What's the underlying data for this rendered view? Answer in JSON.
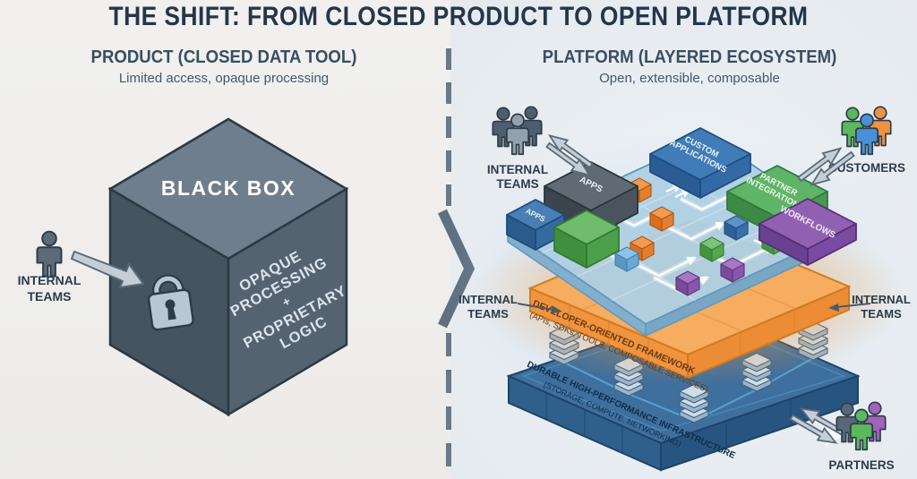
{
  "title": "THE SHIFT: FROM CLOSED PRODUCT TO OPEN PLATFORM",
  "left_panel": {
    "heading": "PRODUCT (CLOSED DATA TOOL)",
    "subheading": "Limited access, opaque processing",
    "internal_teams_label": {
      "line1": "INTERNAL",
      "line2": "TEAMS"
    },
    "black_box": {
      "top_label": "BLACK BOX",
      "side_label": {
        "line1": "OPAQUE",
        "line2": "PROCESSING",
        "line3": "+",
        "line4": "PROPRIETARY",
        "line5": "LOGIC"
      }
    }
  },
  "right_panel": {
    "heading": "PLATFORM (LAYERED ECOSYSTEM)",
    "subheading": "Open, extensible, composable",
    "actors": {
      "internal_teams_top": {
        "line1": "INTERNAL",
        "line2": "TEAMS"
      },
      "customers": {
        "label": "CUSTOMERS"
      },
      "internal_teams_left": {
        "line1": "INTERNAL",
        "line2": "TEAMS"
      },
      "internal_teams_right": {
        "line1": "INTERNAL",
        "line2": "TEAMS"
      },
      "partners": {
        "label": "PARTNERS"
      }
    },
    "application_layer": {
      "apps_box_large": "APPS",
      "apps_box_small": "APPS",
      "custom_applications": {
        "line1": "CUSTOM",
        "line2": "APPLICATIONS"
      },
      "partner_integrations": {
        "line1": "PARTNER",
        "line2": "INTEGRATIONS"
      },
      "workflows": "WORKFLOWS"
    },
    "framework_layer": {
      "line1": "DEVELOPER-ORIENTED FRAMEWORK",
      "line2": "(APIs, SDKs, TOOLS, COMPOSABLE SERVICES)"
    },
    "infrastructure_layer": {
      "line1": "DURABLE HIGH-PERFORMANCE INFRASTRUCTURE",
      "line2": "(STORAGE, COMPUTE, NETWORKING)"
    }
  },
  "icons": {
    "left": [
      "person-icon",
      "arrow-icon",
      "lock-icon",
      "cube-icon"
    ],
    "right": [
      "people-group-icon",
      "double-arrow-icon",
      "server-stack-icon",
      "module-cube-icon",
      "flow-arrow-icon"
    ],
    "divider": [
      "chevron-right-icon",
      "dashed-line"
    ]
  },
  "colors": {
    "title_text": "#24364a",
    "cube_top": "#6f7e8c",
    "cube_left": "#46545f",
    "cube_right": "#556370",
    "platform_top": "#aed0e4",
    "framework_orange": "#f6ad5f",
    "infrastructure_blue": "#3f6f9d",
    "box_blue": "#3f7cb8",
    "box_green": "#5fb468",
    "box_purple": "#9161b1",
    "box_dark": "#5f6a75",
    "customer_green": "#5cb85c",
    "customer_blue": "#4a90d9",
    "customer_orange": "#ef9340",
    "partner_purple": "#a163bd",
    "label_text": "#2c3b49"
  }
}
